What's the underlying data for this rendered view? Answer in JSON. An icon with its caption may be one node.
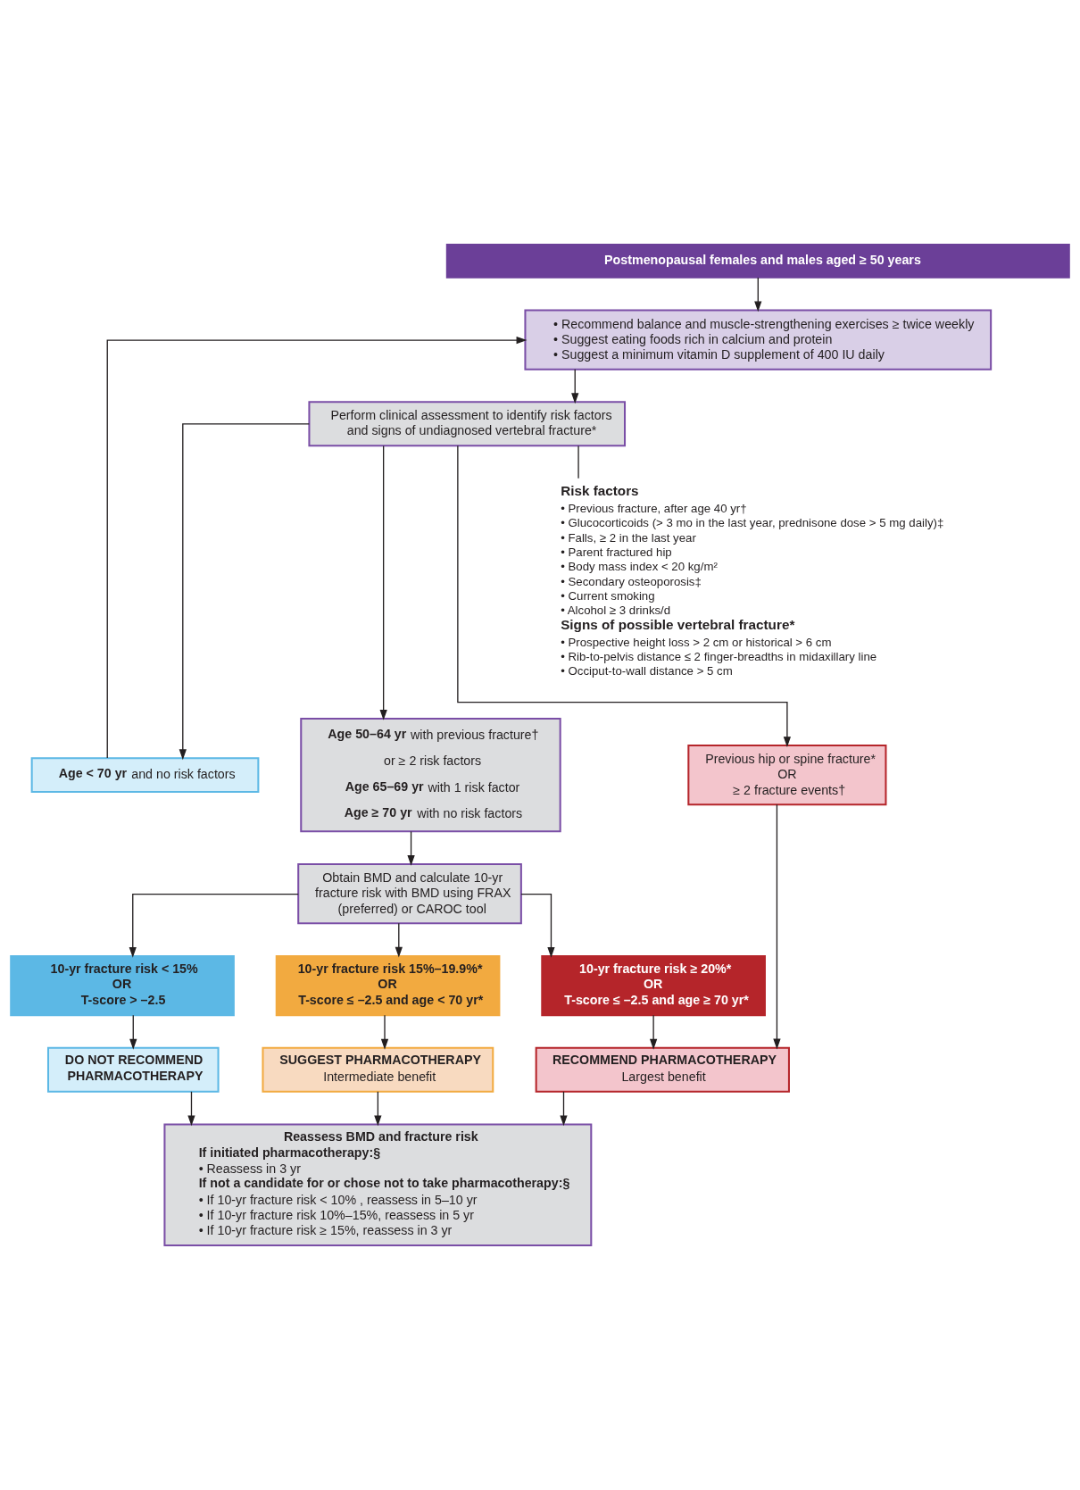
{
  "diagram": {
    "nodes": [
      {
        "text": [
          "Postmenopausal females and males aged ≥ 50 years"
        ]
      },
      {
        "text": [
          "• Recommend balance and muscle-strengthening exercises ≥ twice weekly",
          "• Suggest eating foods rich in calcium and protein",
          "• Suggest a minimum vitamin D supplement of 400 IU daily"
        ]
      },
      {
        "text": [
          "Perform clinical assessment to identify risk factors and signs of undiagnosed vertebral fracture*"
        ]
      },
      {
        "text": [
          "Risk factors",
          "• Previous fracture, after age 40 yr†",
          "• Glucocorticoids (> 3 mo in the last year, prednisone dose > 5 mg daily)‡",
          "• Falls, ≥ 2 in the last year",
          "• Parent fractured hip",
          "• Body mass index < 20 kg/m²",
          "• Secondary osteoporosis‡",
          "• Current smoking",
          "• Alcohol ≥ 3 drinks/d",
          "Signs of possible vertebral fracture*",
          "• Prospective height loss > 2 cm or historical > 6 cm",
          "• Rib-to-pelvis distance ≤ 2 finger-breadths in midaxillary line",
          "• Occiput-to-wall distance > 5 cm"
        ]
      },
      {
        "text": [
          "**Age < 70 yr** and no risk factors"
        ]
      },
      {
        "text": [
          "**Age 50–64 yr** with previous fracture† or ≥ 2 risk factors",
          "**Age 65–69 yr** with 1 risk factor",
          "**Age ≥ 70 yr** with no risk factors"
        ]
      },
      {
        "text": [
          "Previous hip or spine fracture*",
          "OR",
          "≥ 2 fracture events†"
        ]
      },
      {
        "text": [
          "Obtain BMD and calculate 10-yr fracture risk with BMD using FRAX (preferred) or CAROC tool"
        ]
      },
      {
        "text": [
          "10-yr fracture risk < 15%",
          "OR",
          "T-score > –2.5"
        ]
      },
      {
        "text": [
          "10-yr fracture risk 15%–19.9%*",
          "OR",
          "T-score ≤ –2.5 and age < 70 yr*"
        ]
      },
      {
        "text": [
          "10-yr fracture risk ≥ 20%*",
          "OR",
          "T-score ≤ –2.5 and age ≥ 70 yr*"
        ]
      },
      {
        "text": [
          "DO NOT RECOMMEND PHARMACOTHERAPY"
        ]
      },
      {
        "text": [
          "SUGGEST PHARMACOTHERAPY",
          "Intermediate benefit"
        ]
      },
      {
        "text": [
          "RECOMMEND PHARMACOTHERAPY",
          "Largest benefit"
        ]
      },
      {
        "text": [
          "Reassess BMD and fracture risk",
          "If initiated pharmacotherapy:§",
          "• Reassess in 3 yr",
          "If not a candidate for or chose not to take pharmacotherapy:§",
          "• If 10-yr fracture risk < 10% , reassess in 5–10 yr",
          "• If 10-yr fracture risk 10%–15%, reassess in 5 yr",
          "• If 10-yr fracture risk ≥ 15%, reassess in 3 yr"
        ]
      }
    ],
    "edges": [
      {
        "from": 0,
        "to": 1,
        "arrow": "to"
      },
      {
        "from": 1,
        "to": 2,
        "arrow": "to"
      },
      {
        "from": 2,
        "to": 4,
        "arrow": "to"
      },
      {
        "from": 2,
        "to": 5,
        "arrow": "to"
      },
      {
        "from": 2,
        "to": 6,
        "arrow": "to"
      },
      {
        "from": 2,
        "to": 3,
        "arrow": "none"
      },
      {
        "from": 4,
        "to": 1,
        "arrow": "to"
      },
      {
        "from": 5,
        "to": 7,
        "arrow": "to"
      },
      {
        "from": 7,
        "to": 8,
        "arrow": "to"
      },
      {
        "from": 7,
        "to": 9,
        "arrow": "to"
      },
      {
        "from": 7,
        "to": 10,
        "arrow": "to"
      },
      {
        "from": 8,
        "to": 11,
        "arrow": "to"
      },
      {
        "from": 9,
        "to": 12,
        "arrow": "to"
      },
      {
        "from": 10,
        "to": 13,
        "arrow": "to"
      },
      {
        "from": 6,
        "to": 13,
        "arrow": "to"
      },
      {
        "from": 11,
        "to": 14,
        "arrow": "to"
      },
      {
        "from": 12,
        "to": 14,
        "arrow": "to"
      },
      {
        "from": 13,
        "to": 14,
        "arrow": "to"
      }
    ]
  }
}
